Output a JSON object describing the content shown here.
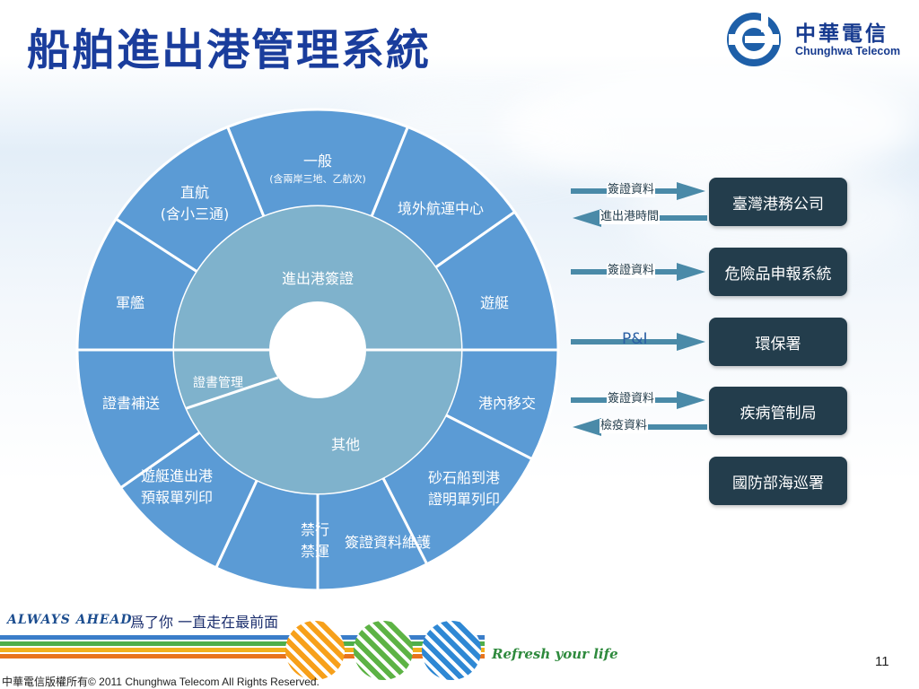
{
  "slide": {
    "title": "船舶進出港管理系統",
    "page_number": "11",
    "copyright": "中華電信版權所有© 2011 Chunghwa Telecom All Rights Reserved."
  },
  "logo": {
    "name_zh": "中華電信",
    "name_en": "Chunghwa Telecom"
  },
  "wheel": {
    "outer_segments": [
      {
        "id": "general",
        "label": "一般",
        "sub": "(含兩岸三地、乙航次)"
      },
      {
        "id": "overseas",
        "label": "境外航運中心",
        "sub": ""
      },
      {
        "id": "yacht",
        "label": "遊艇",
        "sub": ""
      },
      {
        "id": "port-transfer",
        "label": "港內移交",
        "sub": ""
      },
      {
        "id": "gravel-ship",
        "label": "砂石船到港",
        "sub": "證明單列印"
      },
      {
        "id": "clearance-maintenance",
        "label": "簽證資料維護",
        "sub": ""
      },
      {
        "id": "ban",
        "label": "禁行",
        "sub": "禁運"
      },
      {
        "id": "yacht-forecast",
        "label": "遊艇進出港",
        "sub": "預報單列印"
      },
      {
        "id": "doc-delivery",
        "label": "證書補送",
        "sub": ""
      },
      {
        "id": "warship",
        "label": "軍艦",
        "sub": ""
      },
      {
        "id": "direct",
        "label": "直航",
        "sub": "(含小三通)"
      }
    ],
    "inner_segments": [
      {
        "id": "port-clearance",
        "label": "進出港簽證"
      },
      {
        "id": "cert-management",
        "label": "證書管理"
      },
      {
        "id": "others",
        "label": "其他"
      }
    ]
  },
  "agencies": [
    {
      "id": "port-corp",
      "label": "臺灣港務公司",
      "arrows": [
        {
          "dir": "out",
          "label": "簽證資料"
        },
        {
          "dir": "in",
          "label": "進出港時間"
        }
      ]
    },
    {
      "id": "hazmat",
      "label": "危險品申報系統",
      "arrows": [
        {
          "dir": "out",
          "label": "簽證資料"
        }
      ]
    },
    {
      "id": "epa",
      "label": "環保署",
      "arrows": [
        {
          "dir": "out",
          "label": "P&I"
        }
      ]
    },
    {
      "id": "cdc",
      "label": "疾病管制局",
      "arrows": [
        {
          "dir": "out",
          "label": "簽證資料"
        },
        {
          "dir": "in",
          "label": "檢疫資料"
        }
      ]
    },
    {
      "id": "coast-guard",
      "label": "國防部海巡署",
      "arrows": []
    }
  ],
  "footer": {
    "slogan_en": "ALWAYS AHEAD",
    "slogan_zh": "爲了你 一直走在最前面",
    "tagline": "Refresh your life"
  },
  "colors": {
    "title": "#1a3d9c",
    "outer_ring": "#5b9bd5",
    "inner_ring": "#7fb2cc",
    "agency_box": "#233d4c",
    "arrow": "#4a8aa8"
  }
}
